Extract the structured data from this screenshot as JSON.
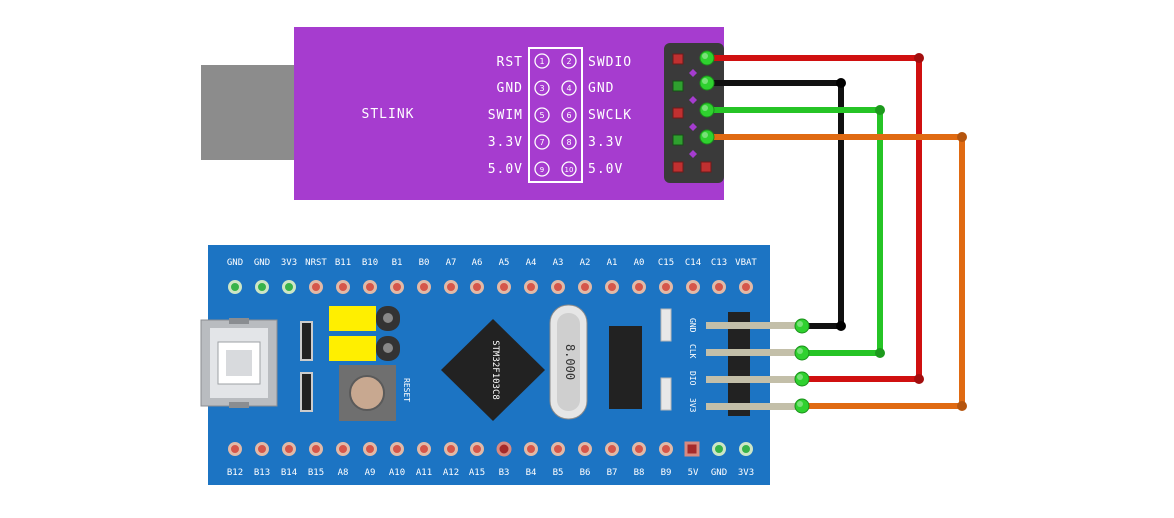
{
  "stlink": {
    "name": "STLINK",
    "left_labels": [
      "RST",
      "GND",
      "SWIM",
      "3.3V",
      "5.0V"
    ],
    "right_labels": [
      "SWDIO",
      "GND",
      "SWCLK",
      "3.3V",
      "5.0V"
    ],
    "pin_numbers": [
      [
        "1",
        "2"
      ],
      [
        "3",
        "4"
      ],
      [
        "5",
        "6"
      ],
      [
        "7",
        "8"
      ],
      [
        "9",
        "10"
      ]
    ]
  },
  "board": {
    "chip_label": "STM32F103C8",
    "crystal_label": "8.000",
    "reset_label": "RESET",
    "top_pins": [
      "GND",
      "GND",
      "3V3",
      "NRST",
      "B11",
      "B10",
      "B1",
      "B0",
      "A7",
      "A6",
      "A5",
      "A4",
      "A3",
      "A2",
      "A1",
      "A0",
      "C15",
      "C14",
      "C13",
      "VBAT"
    ],
    "bottom_pins": [
      "B12",
      "B13",
      "B14",
      "B15",
      "A8",
      "A9",
      "A10",
      "A11",
      "A12",
      "A15",
      "B3",
      "B4",
      "B5",
      "B6",
      "B7",
      "B8",
      "B9",
      "5V",
      "GND",
      "3V3"
    ],
    "debug_header": [
      "GND",
      "CLK",
      "DIO",
      "3V3"
    ]
  },
  "colors": {
    "stlink_body": "#a63ccf",
    "board_body": "#1c74c3",
    "usb_plug": "#8c8c8c",
    "wire_red": "#d01010",
    "wire_black": "#111111",
    "wire_green": "#26c426",
    "wire_orange": "#e06a12",
    "jumper_yellow": "#ffef00"
  }
}
